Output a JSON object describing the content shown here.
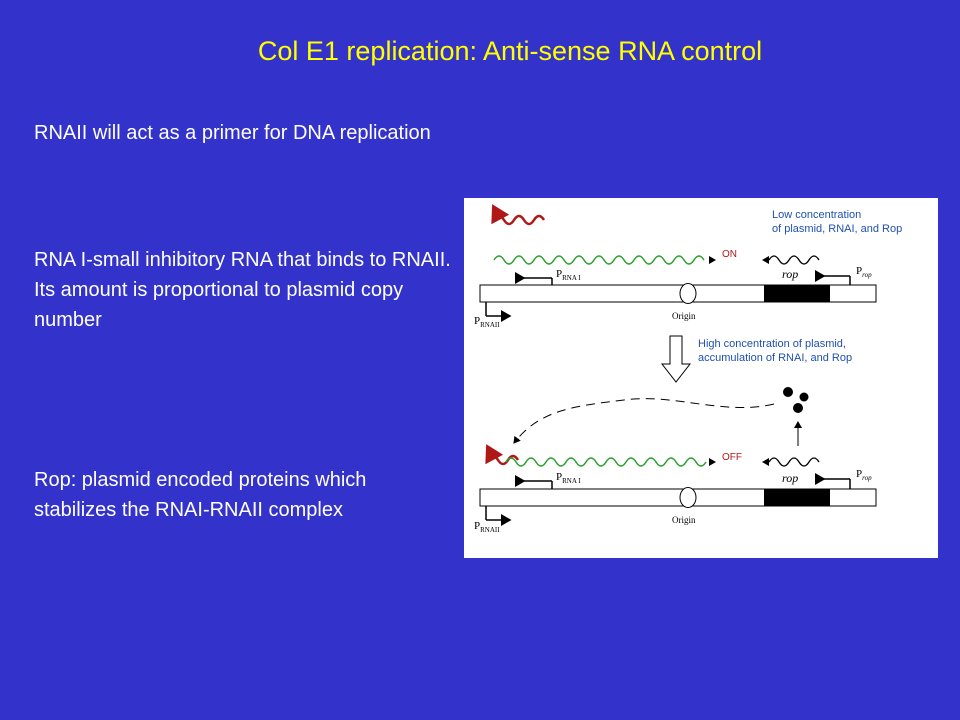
{
  "slide": {
    "title": "Col E1 replication: Anti-sense RNA control",
    "bullets": [
      "RNAII will act as a primer for DNA replication",
      "RNA I-small inhibitory RNA that binds to RNAII. Its amount is proportional to plasmid copy number",
      "Rop: plasmid encoded proteins which stabilizes the RNAI-RNAII complex"
    ],
    "colors": {
      "background": "#3333cc",
      "title": "#ffff00",
      "text": "#ffffff"
    }
  },
  "figure": {
    "top_state": {
      "note_line1": "Low concentration",
      "note_line2": "of plasmid, RNAI, and Rop",
      "status": "ON"
    },
    "bottom_state": {
      "note_line1": "High concentration of plasmid,",
      "note_line2": "accumulation of RNAI, and Rop",
      "status": "OFF"
    },
    "labels": {
      "p": "P",
      "rnai_sub": "RNA I",
      "rnaii_sub": "RNAII",
      "rop": "rop",
      "rop_sub": "rop",
      "origin": "Origin"
    },
    "colors": {
      "rna_ii": "#2e9e2e",
      "rna_i": "#b01818",
      "note": "#1f4fb0"
    }
  }
}
